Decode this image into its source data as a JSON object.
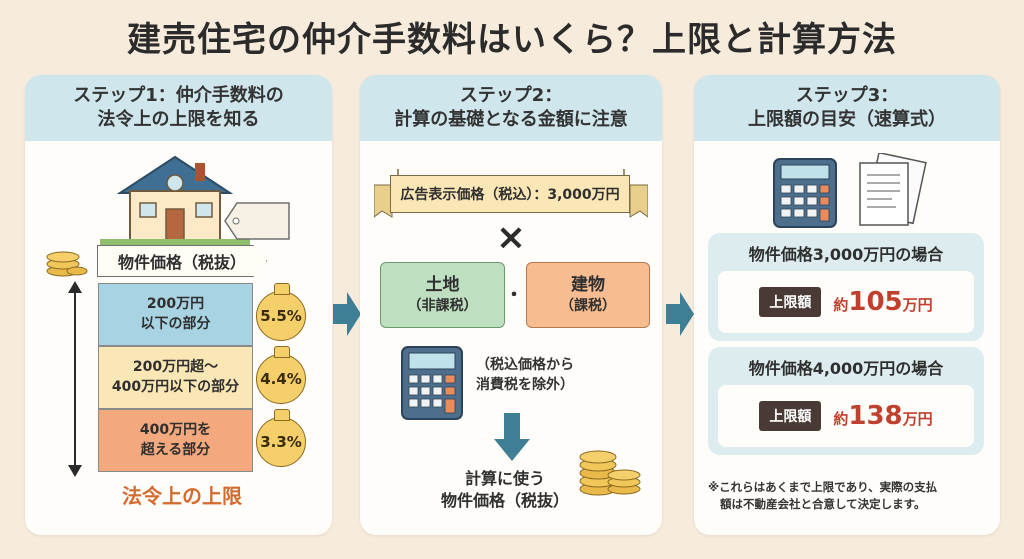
{
  "title": "建売住宅の仲介手数料はいくら？上限と計算方法",
  "colors": {
    "accent_orange": "#d46a2e",
    "limit_red": "#c0402e",
    "head_blue": "#cfe6ec",
    "arrow_teal": "#3e7f95"
  },
  "step1": {
    "head_line1": "ステップ1：仲介手数料の",
    "head_line2": "法令上の上限を知る",
    "price_label": "物件価格（税抜）",
    "tiers": [
      {
        "line1": "200万円",
        "line2": "以下の部分",
        "rate": "5.5%"
      },
      {
        "line1": "200万円超～",
        "line2": "400万円以下の部分",
        "rate": "4.4%"
      },
      {
        "line1": "400万円を",
        "line2": "超える部分",
        "rate": "3.3%"
      }
    ],
    "legal_limit": "法令上の上限",
    "icons": [
      "house-icon",
      "price-tag-icon",
      "coins-icon",
      "vertical-double-arrow-icon"
    ]
  },
  "step2": {
    "head_line1": "ステップ2：",
    "head_line2": "計算の基礎となる金額に注意",
    "ad_banner": "広告表示価格（税込）：3,000万円",
    "times": "×",
    "land_main": "土地",
    "land_sub": "（非課税）",
    "dot": "・",
    "building_main": "建物",
    "building_sub": "（課税）",
    "note_line1": "（税込価格から",
    "note_line2": "消費税を除外）",
    "calc_line1": "計算に使う",
    "calc_line2": "物件価格（税抜）",
    "icons": [
      "calculator-icon",
      "down-arrow-icon",
      "coins-icon"
    ]
  },
  "step3": {
    "head_line1": "ステップ3：",
    "head_line2": "上限額の目安（速算式）",
    "cases": [
      {
        "title": "物件価格3,000万円の場合",
        "tag": "上限額",
        "prefix": "約",
        "num": "105",
        "unit": "万円"
      },
      {
        "title": "物件価格4,000万円の場合",
        "tag": "上限額",
        "prefix": "約",
        "num": "138",
        "unit": "万円"
      }
    ],
    "footnote_line1": "※これらはあくまで上限であり、実際の支払",
    "footnote_line2": "額は不動産会社と合意して決定します。",
    "icons": [
      "calculator-icon",
      "document-icon"
    ]
  }
}
